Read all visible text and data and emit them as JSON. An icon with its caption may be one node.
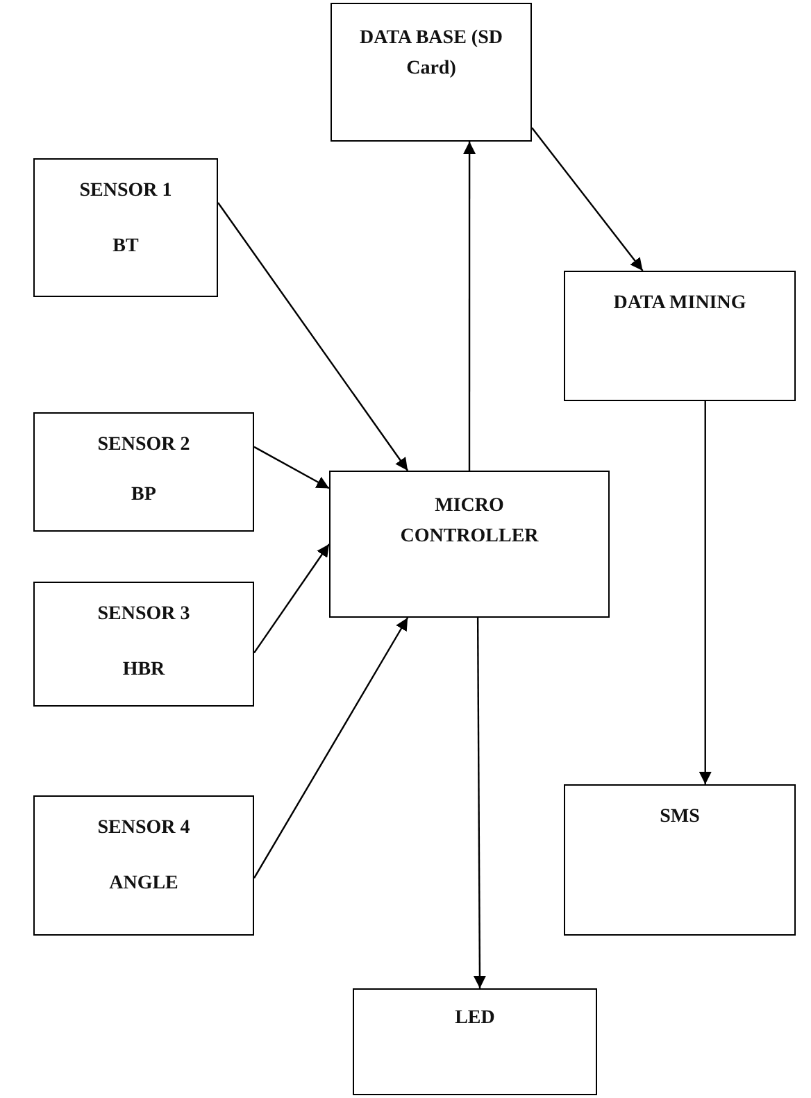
{
  "diagram": {
    "nodes": [
      {
        "text": [
          "DATA BASE (SD Card)"
        ]
      },
      {
        "text": [
          "SENSOR 1",
          "BT"
        ]
      },
      {
        "text": [
          "DATA MINING"
        ]
      },
      {
        "text": [
          "SENSOR 2",
          "BP"
        ]
      },
      {
        "text": [
          "MICRO CONTROLLER"
        ]
      },
      {
        "text": [
          "SENSOR 3",
          "HBR"
        ]
      },
      {
        "text": [
          "SMS"
        ]
      },
      {
        "text": [
          "SENSOR 4",
          "ANGLE"
        ]
      },
      {
        "text": [
          "LED"
        ]
      }
    ],
    "edges": [
      {
        "from": 1,
        "to": 4,
        "arrow": "to"
      },
      {
        "from": 3,
        "to": 4,
        "arrow": "to"
      },
      {
        "from": 5,
        "to": 4,
        "arrow": "to"
      },
      {
        "from": 7,
        "to": 4,
        "arrow": "to"
      },
      {
        "from": 4,
        "to": 0,
        "arrow": "to"
      },
      {
        "from": 0,
        "to": 2,
        "arrow": "to"
      },
      {
        "from": 2,
        "to": 6,
        "arrow": "to"
      },
      {
        "from": 4,
        "to": 8,
        "arrow": "to"
      }
    ]
  }
}
